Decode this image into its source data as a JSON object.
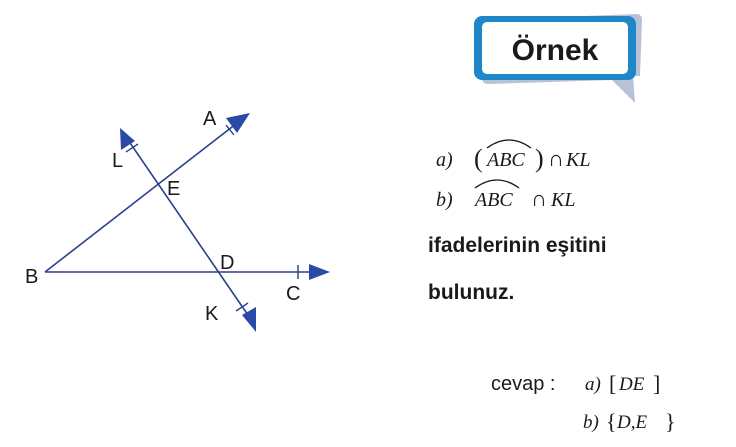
{
  "badge": {
    "title": "Örnek"
  },
  "figure": {
    "points": {
      "A": "A",
      "B": "B",
      "C": "C",
      "D": "D",
      "E": "E",
      "K": "K",
      "L": "L"
    }
  },
  "question": {
    "a_label": "a)",
    "a_left_paren": "(",
    "a_angle": "ABC",
    "a_right_paren": ")",
    "a_op": "∩",
    "a_rhs": "KL",
    "b_label": "b)",
    "b_angle": "ABC",
    "b_op": "∩",
    "b_rhs": "KL",
    "line1": "ifadelerinin eşitini",
    "line2": "bulunuz."
  },
  "answer": {
    "prefix": "cevap :",
    "a_label": "a)",
    "a_open": "[",
    "a_value": "DE",
    "a_close": "]",
    "b_label": "b)",
    "b_open": "{",
    "b_value": "D,E",
    "b_close": "}"
  },
  "colors": {
    "line": "#2b3f8f",
    "arrow": "#2b4aa8",
    "badge_border": "#1f86c8",
    "badge_shadow": "#9fb3cf"
  }
}
